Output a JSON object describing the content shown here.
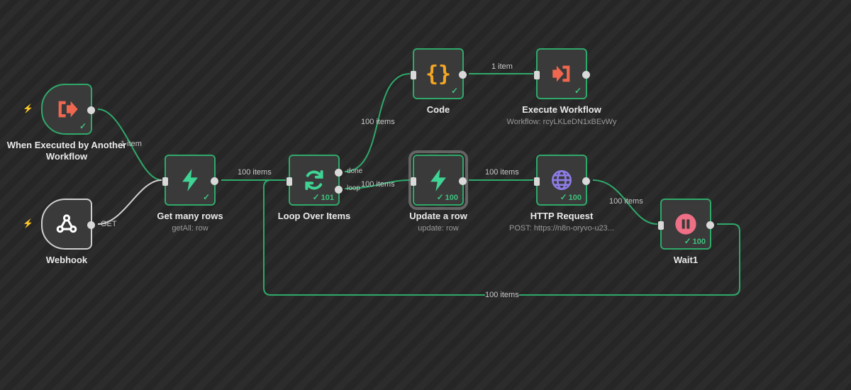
{
  "nodes": {
    "trigger": {
      "title": "When Executed by Another Workflow"
    },
    "webhook": {
      "title": "Webhook",
      "output": "GET"
    },
    "get_rows": {
      "title": "Get many rows",
      "subtitle": "getAll: row"
    },
    "loop": {
      "title": "Loop Over Items",
      "count": "101",
      "out_done": "done",
      "out_loop": "loop"
    },
    "code": {
      "title": "Code"
    },
    "exec": {
      "title": "Execute Workflow",
      "subtitle": "Workflow: rcyLKLeDN1xBEvWy"
    },
    "update": {
      "title": "Update a row",
      "subtitle": "update: row",
      "count": "100"
    },
    "http": {
      "title": "HTTP Request",
      "subtitle": "POST: https://n8n-oryvo-u23...",
      "count": "100"
    },
    "wait": {
      "title": "Wait1",
      "count": "100"
    }
  },
  "edges": {
    "trigger_get": "1 item",
    "get_loop": "100 items",
    "loop_code": "100 items",
    "code_exec": "1 item",
    "loop_update": "100 items",
    "update_http": "100 items",
    "http_wait": "100 items",
    "wait_loop": "100 items"
  },
  "colors": {
    "success": "#2fa96a",
    "trigger_icon": "#f0674f",
    "code_icon": "#f5a623",
    "loop_icon": "#3fd394",
    "http_icon": "#8c7ce6",
    "wait_icon": "#ef6f86"
  }
}
